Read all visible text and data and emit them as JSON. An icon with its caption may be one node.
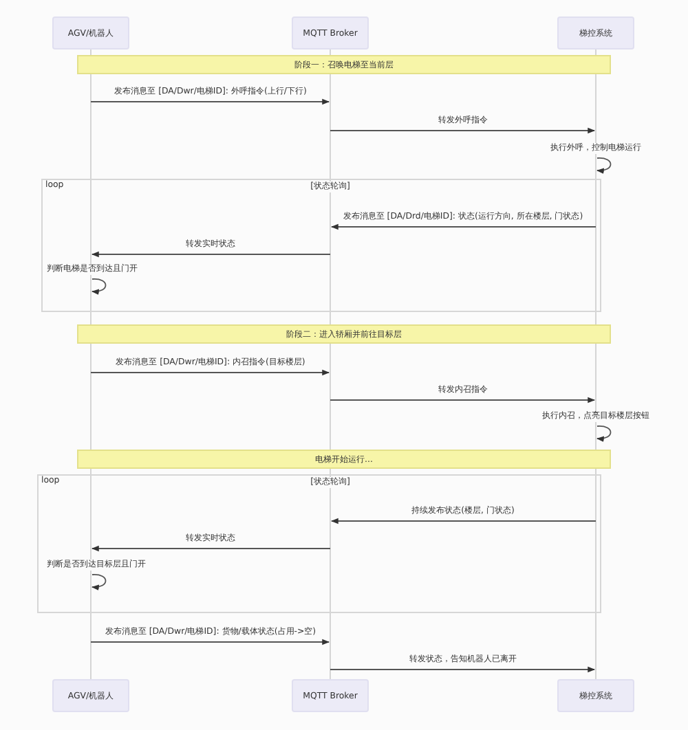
{
  "diagram": {
    "nodes": [
      {
        "text": [
          "AGV/机器人"
        ]
      },
      {
        "text": [
          "MQTT Broker"
        ]
      },
      {
        "text": [
          "梯控系统"
        ]
      },
      {
        "text": [
          "阶段一：召唤电梯至当前层"
        ]
      },
      {
        "text": [
          "阶段二：进入轿厢并前往目标层"
        ]
      },
      {
        "text": [
          "电梯开始运行..."
        ]
      },
      {
        "text": [
          "AGV/机器人"
        ]
      },
      {
        "text": [
          "MQTT Broker"
        ]
      },
      {
        "text": [
          "梯控系统"
        ]
      }
    ],
    "edges": [
      {
        "from": 0,
        "to": 1,
        "arrow": "to",
        "label": "发布消息至 [DA/Dwr/电梯ID]: 外呼指令(上行/下行)"
      },
      {
        "from": 1,
        "to": 2,
        "arrow": "to",
        "label": "转发外呼指令"
      },
      {
        "from": 2,
        "to": 2,
        "arrow": "to",
        "label": "执行外呼，控制电梯运行"
      },
      {
        "from": 2,
        "to": 1,
        "arrow": "to",
        "label": "发布消息至 [DA/Drd/电梯ID]: 状态(运行方向, 所在楼层, 门状态)"
      },
      {
        "from": 1,
        "to": 0,
        "arrow": "to",
        "label": "转发实时状态"
      },
      {
        "from": 0,
        "to": 0,
        "arrow": "to",
        "label": "判断电梯是否到达且门开"
      },
      {
        "from": 0,
        "to": 1,
        "arrow": "to",
        "label": "发布消息至 [DA/Dwr/电梯ID]: 内召指令(目标楼层)"
      },
      {
        "from": 1,
        "to": 2,
        "arrow": "to",
        "label": "转发内召指令"
      },
      {
        "from": 2,
        "to": 2,
        "arrow": "to",
        "label": "执行内召，点亮目标楼层按钮"
      },
      {
        "from": 2,
        "to": 1,
        "arrow": "to",
        "label": "持续发布状态(楼层, 门状态)"
      },
      {
        "from": 1,
        "to": 0,
        "arrow": "to",
        "label": "转发实时状态"
      },
      {
        "from": 0,
        "to": 0,
        "arrow": "to",
        "label": "判断是否到达目标层且门开"
      },
      {
        "from": 0,
        "to": 1,
        "arrow": "to",
        "label": "发布消息至 [DA/Dwr/电梯ID]: 货物/载体状态(占用->空)"
      },
      {
        "from": 1,
        "to": 2,
        "arrow": "to",
        "label": "转发状态，告知机器人已离开"
      }
    ],
    "labels": [
      "loop",
      "[状态轮询]",
      "loop",
      "[状态轮询]"
    ]
  }
}
